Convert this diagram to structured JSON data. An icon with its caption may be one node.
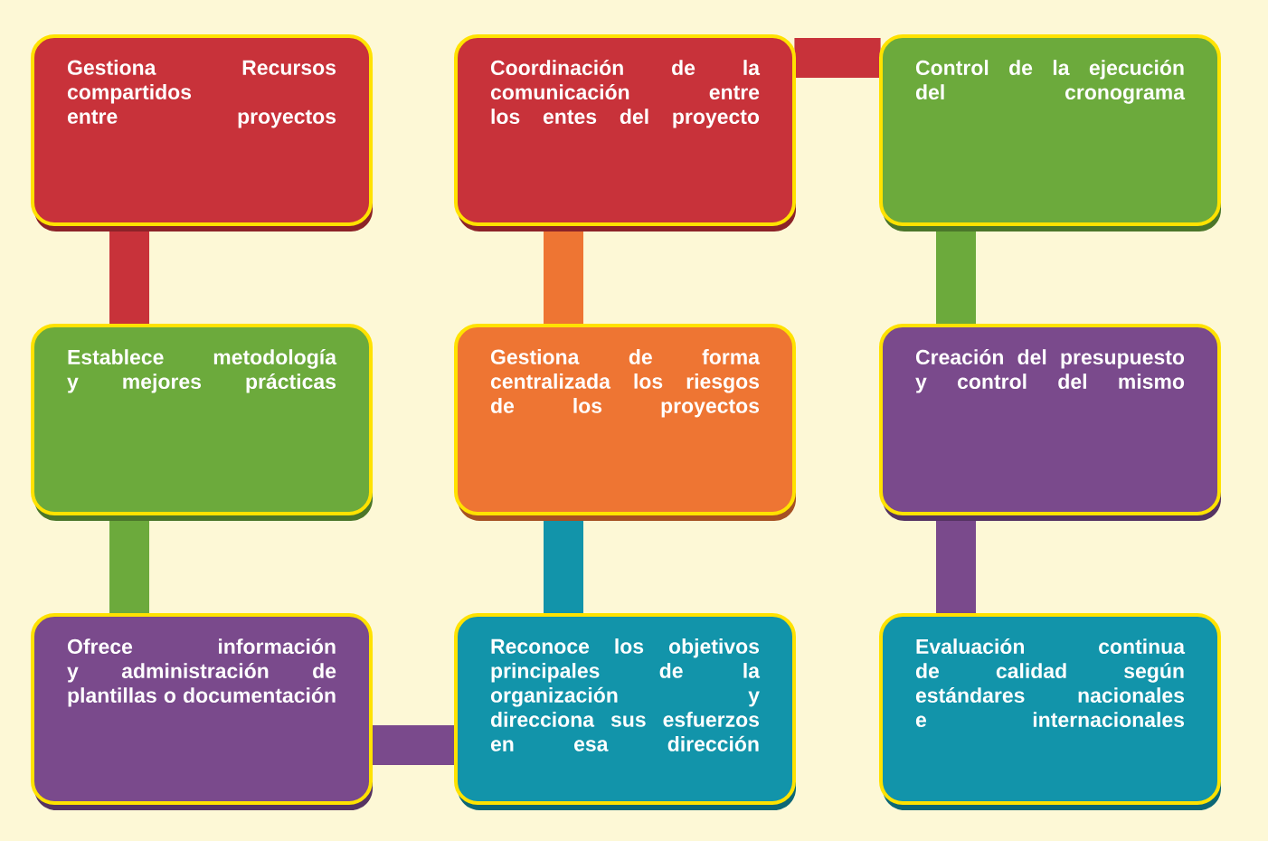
{
  "diagram": {
    "nodes": [
      {
        "text": [
          "Gestiona Recursos compartidos entre proyectos"
        ]
      },
      {
        "text": [
          "Coordinación de la comunicación entre los entes del proyecto"
        ]
      },
      {
        "text": [
          "Control de la ejecución del cronograma"
        ]
      },
      {
        "text": [
          "Establece metodología y mejores prácticas"
        ]
      },
      {
        "text": [
          "Gestiona de forma centralizada los riesgos de los proyectos"
        ]
      },
      {
        "text": [
          "Creación del presupuesto y control del mismo"
        ]
      },
      {
        "text": [
          "Ofrece información y administración de plantillas o documentación"
        ]
      },
      {
        "text": [
          "Reconoce los objetivos principales de la organización y direcciona sus esfuerzos en esa dirección"
        ]
      },
      {
        "text": [
          "Evaluación continua de calidad según estándares nacionales e internacionales"
        ]
      }
    ],
    "edges": [
      {
        "from": 0,
        "to": 3,
        "arrow": "none",
        "color": "#c8323a"
      },
      {
        "from": 3,
        "to": 6,
        "arrow": "none",
        "color": "#6caa3c"
      },
      {
        "from": 6,
        "to": 7,
        "arrow": "none",
        "color": "#7a4a8c"
      },
      {
        "from": 7,
        "to": 4,
        "arrow": "none",
        "color": "#1294aa"
      },
      {
        "from": 4,
        "to": 1,
        "arrow": "none",
        "color": "#ee7533"
      },
      {
        "from": 1,
        "to": 2,
        "arrow": "none",
        "color": "#c8323a"
      },
      {
        "from": 2,
        "to": 5,
        "arrow": "none",
        "color": "#6caa3c"
      },
      {
        "from": 5,
        "to": 8,
        "arrow": "none",
        "color": "#7a4a8c"
      }
    ]
  }
}
